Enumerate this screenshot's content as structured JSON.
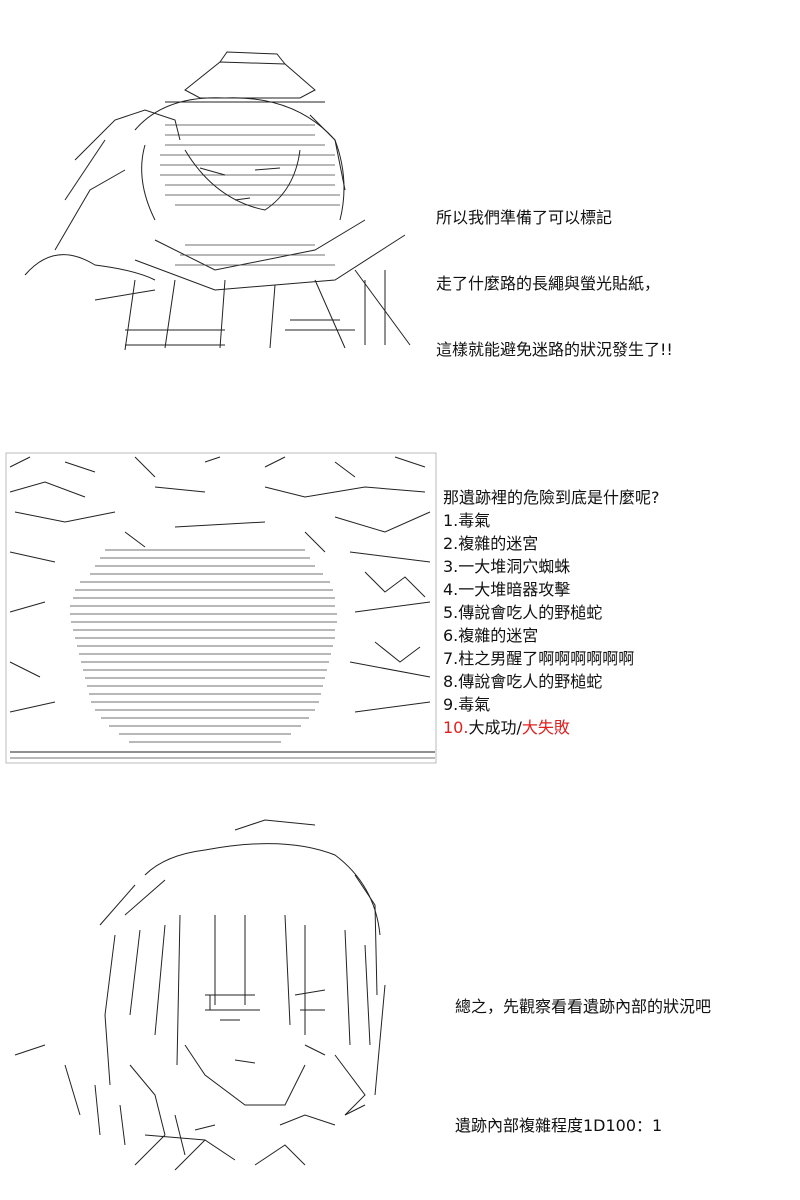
{
  "panel1": {
    "lines": [
      "所以我們準備了可以標記",
      "走了什麼路的長繩與螢光貼紙，",
      "這樣就能避免迷路的狀況發生了!!"
    ]
  },
  "panel2": {
    "question": "那遺跡裡的危險到底是什麼呢?",
    "options": [
      {
        "num": "1.",
        "text": "毒氣"
      },
      {
        "num": "2.",
        "text": "複雜的迷宮"
      },
      {
        "num": "3.",
        "text": "一大堆洞穴蜘蛛"
      },
      {
        "num": "4.",
        "text": "一大堆暗器攻擊"
      },
      {
        "num": "5.",
        "text": "傳說會吃人的野槌蛇"
      },
      {
        "num": "6.",
        "text": "複雜的迷宮"
      },
      {
        "num": "7.",
        "text": "柱之男醒了啊啊啊啊啊啊"
      },
      {
        "num": "8.",
        "text": "傳說會吃人的野槌蛇"
      },
      {
        "num": "9.",
        "text": "毒氣"
      }
    ],
    "last_option": {
      "num": "10.",
      "text_a": "大成功",
      "sep": "/",
      "text_b": "大失敗"
    },
    "colors": {
      "highlight": "#e02020"
    }
  },
  "panel3": {
    "line1": "總之，先觀察看看遺跡內部的狀況吧",
    "line2": "遺跡內部複雜程度1D100：1"
  }
}
